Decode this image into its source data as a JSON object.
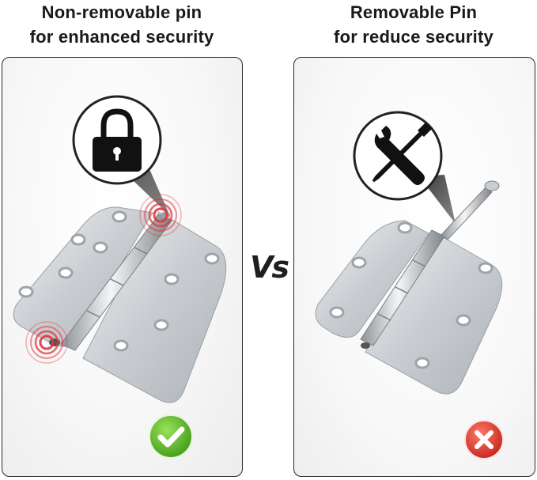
{
  "left": {
    "heading_line1": "Non-removable pin",
    "heading_line2": "for enhanced security",
    "icon": "padlock-icon",
    "result_icon": "check-icon",
    "result_color": "#5cb82a"
  },
  "right": {
    "heading_line1": "Removable Pin",
    "heading_line2": "for reduce security",
    "icon": "wrench-screwdriver-icon",
    "result_icon": "cross-icon",
    "result_color": "#d9342b"
  },
  "vs_label": "Vs",
  "colors": {
    "highlight_ring": "#e2353c",
    "hinge_steel": "#cfd3d7",
    "text": "#1a1a1a"
  }
}
